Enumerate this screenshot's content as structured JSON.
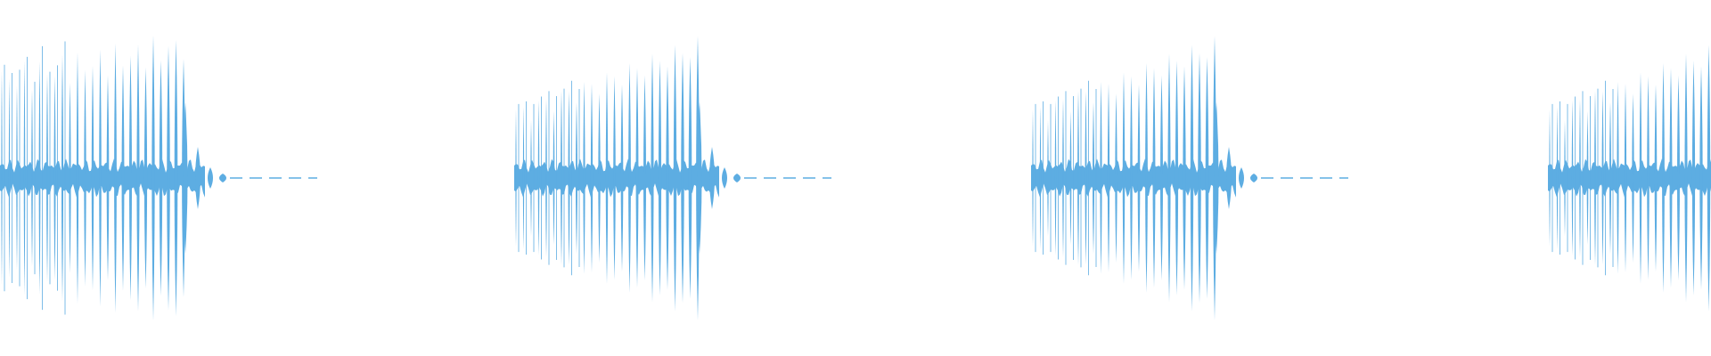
{
  "waveform": {
    "color": "#5dade2",
    "background": "#ffffff",
    "bursts": [
      {
        "index": 1,
        "clipped_left": true,
        "clipped_right": false
      },
      {
        "index": 2,
        "clipped_left": false,
        "clipped_right": false
      },
      {
        "index": 3,
        "clipped_left": false,
        "clipped_right": false
      },
      {
        "index": 4,
        "clipped_left": false,
        "clipped_right": true
      }
    ]
  }
}
